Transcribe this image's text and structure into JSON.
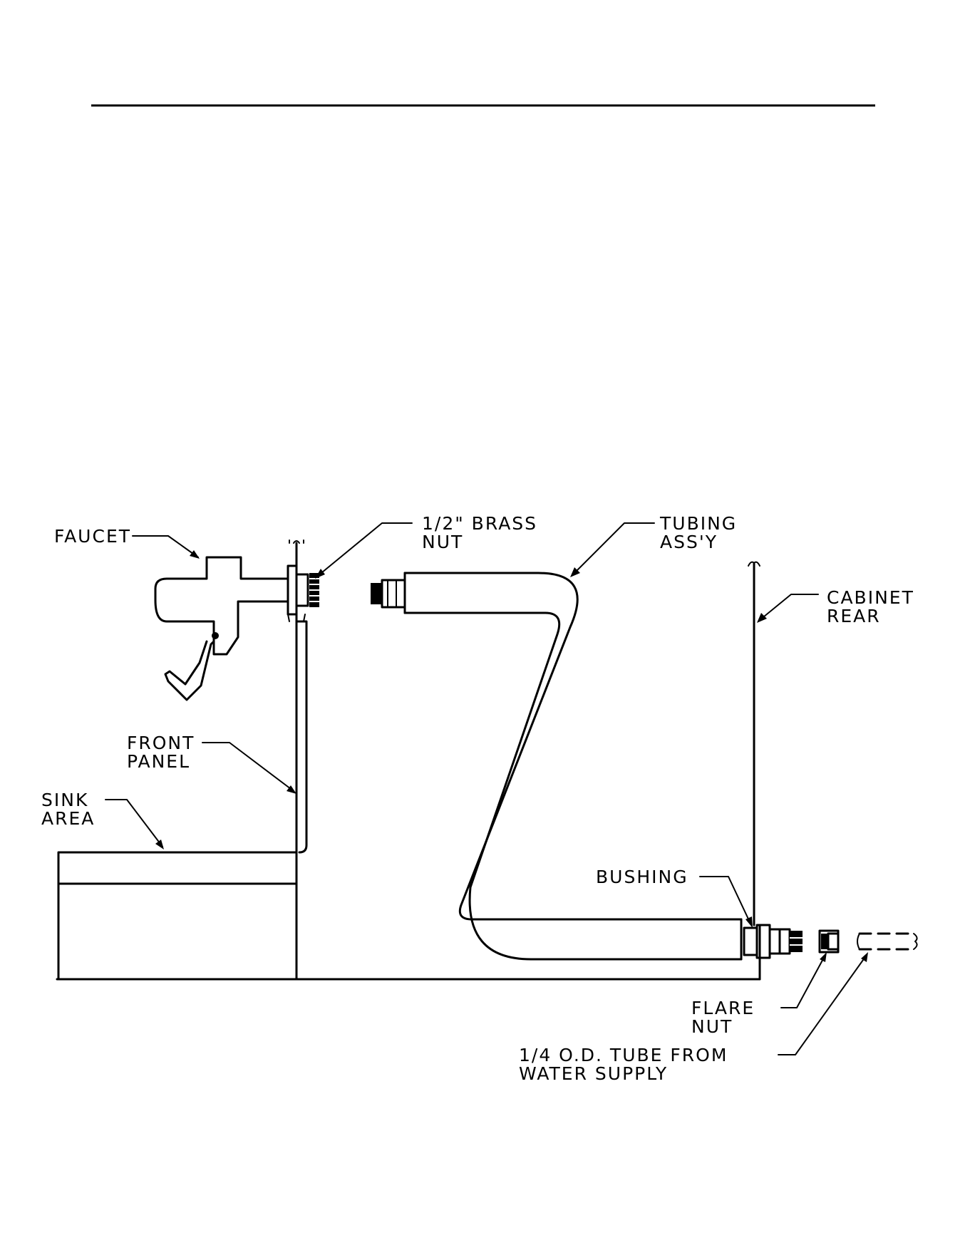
{
  "labels": {
    "faucet": "FAUCET",
    "brass_nut_line1": "1/2\" BRASS",
    "brass_nut_line2": "NUT",
    "tubing_line1": "TUBING",
    "tubing_line2": "ASS'Y",
    "cabinet_line1": "CABINET",
    "cabinet_line2": "REAR",
    "front_panel_line1": "FRONT",
    "front_panel_line2": "PANEL",
    "sink_line1": "SINK",
    "sink_line2": "AREA",
    "bushing": "BUSHING",
    "flare_line1": "FLARE",
    "flare_line2": "NUT",
    "supply_line1": "1/4 O.D. TUBE FROM",
    "supply_line2": "WATER SUPPLY"
  }
}
